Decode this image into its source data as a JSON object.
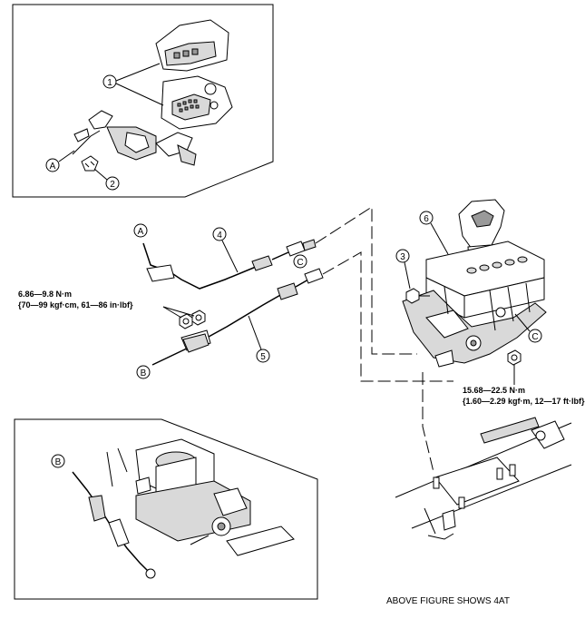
{
  "callouts": {
    "c1": "1",
    "c2": "2",
    "c3": "3",
    "c4": "4",
    "c5": "5",
    "c6": "6"
  },
  "connectors": {
    "a_top": "A",
    "a_mid": "A",
    "b_mid": "B",
    "b_inset": "B",
    "c_cable": "C",
    "c_shifter": "C"
  },
  "torque_left": {
    "line1": "6.86—9.8 N·m",
    "line2": "{70—99 kgf·cm, 61—86 in·lbf}"
  },
  "torque_right": {
    "line1": "15.68—22.5 N·m",
    "line2": "{1.60—2.29 kgf·m, 12—17 ft·lbf}"
  },
  "caption": "ABOVE FIGURE SHOWS 4AT"
}
